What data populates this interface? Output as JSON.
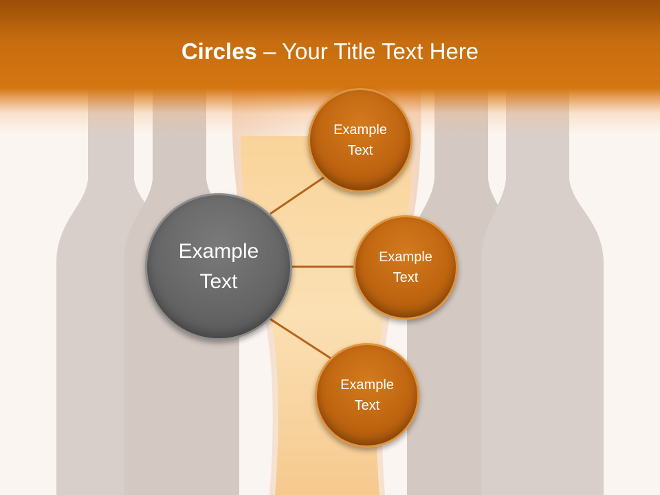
{
  "slide": {
    "title_bold": "Circles",
    "title_rest": " – Your Title Text Here"
  },
  "diagram": {
    "center": {
      "label": "Example Text"
    },
    "nodes": [
      {
        "label": "Example Text"
      },
      {
        "label": "Example Text"
      },
      {
        "label": "Example Text"
      }
    ]
  },
  "colors": {
    "header": "#c76d10",
    "accent_circle": "#bf6510",
    "center_circle": "#666666",
    "connector": "#b8621a",
    "background": "#fbf5f1"
  }
}
